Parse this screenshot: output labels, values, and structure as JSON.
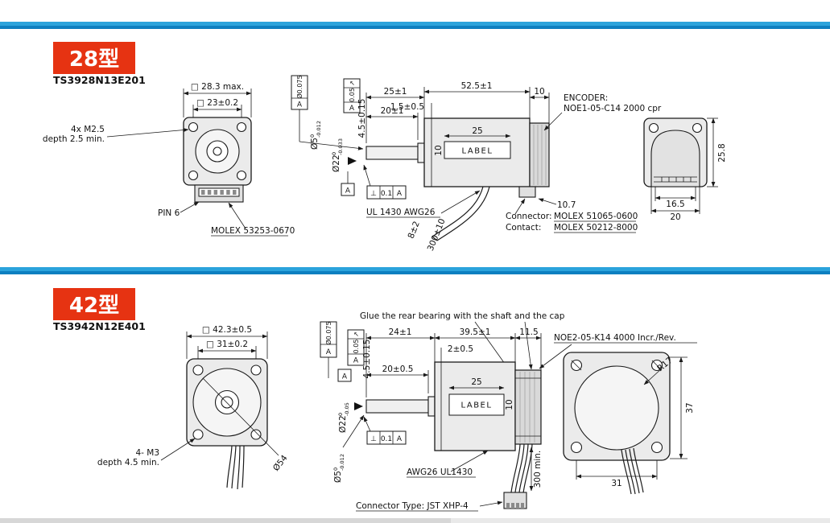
{
  "page": {
    "accent_blue_top": "#2ba3dc",
    "accent_blue_bottom": "#0d7fc0",
    "badge_red": "#e63312",
    "line_color": "#1a1a1a"
  },
  "s28": {
    "badge": "28型",
    "model": "TS3928N13E201",
    "front": {
      "dim_outer": "□ 28.3 max.",
      "dim_bolt": "□ 23±0.2",
      "tap_line1": "4x M2.5",
      "tap_line2": "depth 2.5 min.",
      "pin_label": "PIN 6",
      "connector_part": "MOLEX 53253-0670"
    },
    "side": {
      "fcf1_value": "Ø0.075",
      "fcf1_datum": "A",
      "fcf2_symbol": "↗",
      "fcf2_value": "0.05",
      "fcf2_datum": "A",
      "shaft_dia": "Ø5",
      "shaft_tol_upper": "0",
      "shaft_tol_lower": "-0.012",
      "step_length": "4.5±0.15",
      "dim_shaft": "25±1",
      "dim_body": "52.5±1",
      "dim_encoder": "10",
      "dim_flange": "1.5±0.5",
      "dim_shaft_usable": "20±1",
      "dim_label_width": "25",
      "dim_label_height": "10",
      "label_text": "LABEL",
      "pilot_dia": "Ø22",
      "pilot_tol_upper": "0",
      "pilot_tol_lower": "-0.033",
      "datum_a": "A",
      "perp_symbol": "⊥",
      "perp_value": "0.1",
      "perp_datum": "A",
      "wire_spec": "UL 1430  AWG26",
      "wire_dim1": "8±2",
      "wire_dim2": "300±10",
      "encoder_title": "ENCODER:",
      "encoder_part": "NOE1-05-C14  2000 cpr",
      "dim_connector": "10.7",
      "connector_label": "Connector:",
      "connector_part": "MOLEX 51065-0600",
      "contact_label": "Contact:",
      "contact_part": "MOLEX 50212-8000"
    },
    "rear": {
      "dim_height": "25.8",
      "dim_conn_width": "16.5",
      "dim_width": "20"
    }
  },
  "s42": {
    "badge": "42型",
    "model": "TS3942N12E401",
    "front": {
      "dim_outer": "□ 42.3±0.5",
      "dim_bolt": "□ 31±0.2",
      "tap_line1": "4- M3",
      "tap_line2": "depth 4.5 min.",
      "rotor_dia": "Ø54"
    },
    "side": {
      "glue_note": "Glue the rear bearing with the shaft and the cap",
      "dim_shaft": "24±1",
      "dim_body": "39.5±1",
      "dim_encoder": "11.5",
      "encoder_part": "NOE2-05-K14 4000 Incr./Rev.",
      "dim_flange": "2±0.5",
      "fcf1_value": "Ø0.075",
      "fcf1_datum": "A",
      "fcf2_symbol": "↗",
      "fcf2_value": "0.05",
      "fcf2_datum": "A",
      "step_length": "4.5±0.15",
      "dim_shaft_usable": "20±0.5",
      "dim_label_width": "25",
      "label_text": "LABEL",
      "dim_label_height": "10",
      "pilot_dia": "Ø22",
      "pilot_tol_upper": "0",
      "pilot_tol_lower": "-0.05",
      "datum_a": "A",
      "perp_symbol": "⊥",
      "perp_value": "0.1",
      "perp_datum": "A",
      "shaft_dia": "Ø5",
      "shaft_tol_upper": "0",
      "shaft_tol_lower": "-0.012",
      "wire_spec": "AWG26  UL1430",
      "wire_dim": "300 min.",
      "connector_note": "Connector Type:  JST XHP-4"
    },
    "rear": {
      "corner_radius": "R17",
      "dim_height": "37",
      "dim_width": "31"
    }
  }
}
